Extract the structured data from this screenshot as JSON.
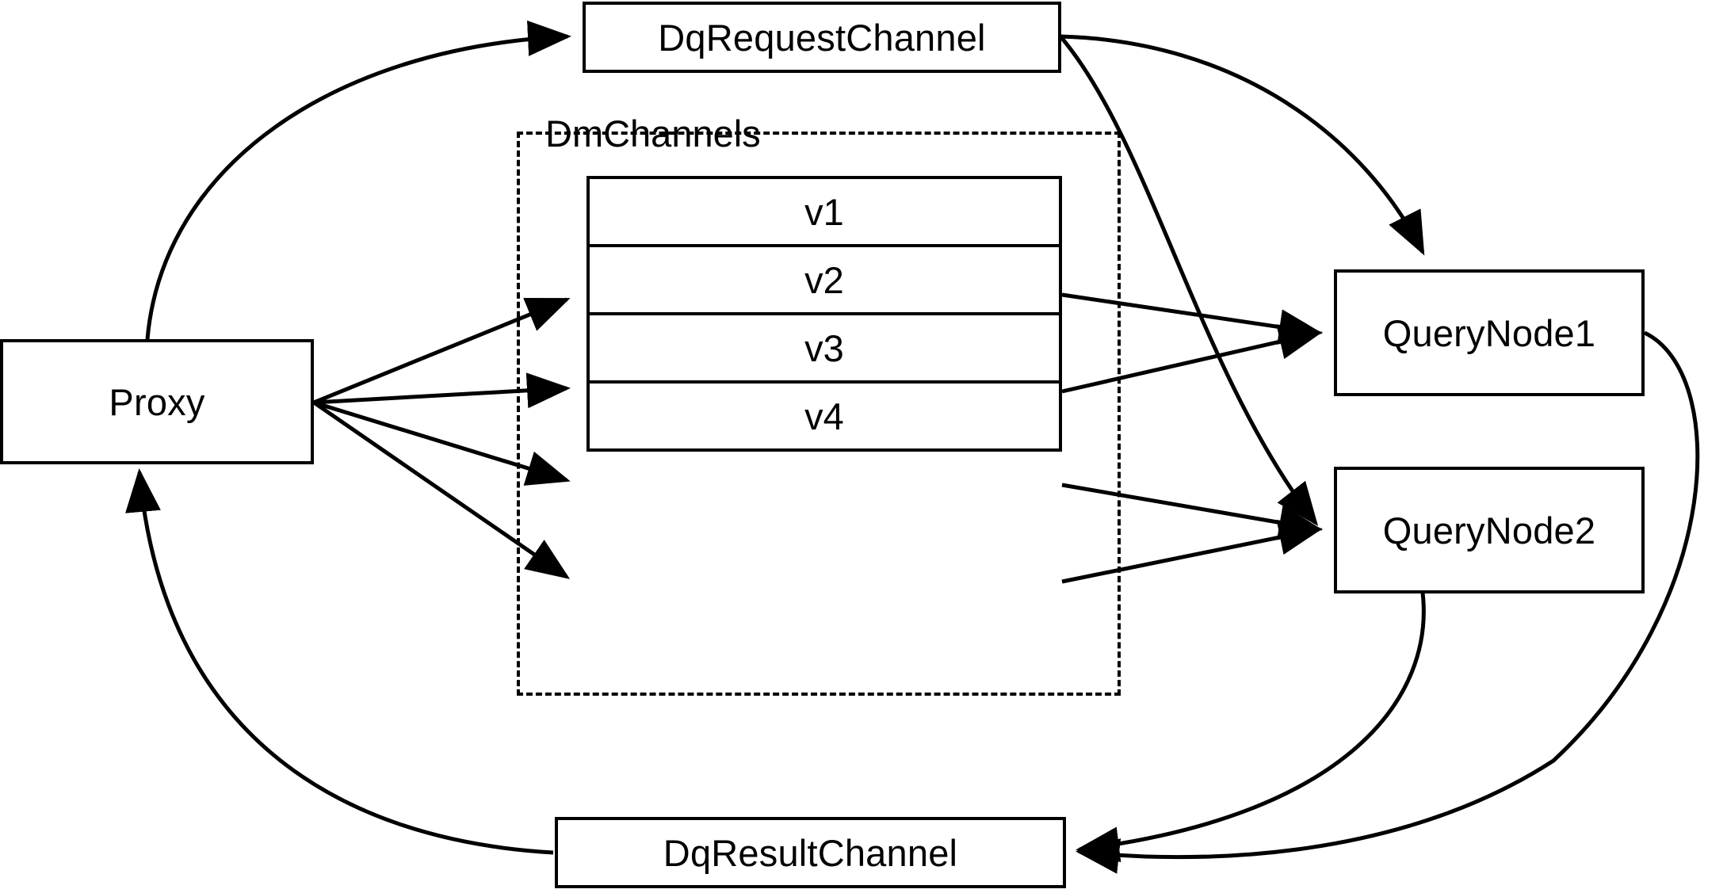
{
  "diagram": {
    "title": "Milvus distributed query channel flow",
    "stroke_color": "#000000",
    "background_color": "#ffffff"
  },
  "nodes": {
    "proxy": {
      "label": "Proxy"
    },
    "dq_request_channel": {
      "label": "DqRequestChannel"
    },
    "dq_result_channel": {
      "label": "DqResultChannel"
    },
    "query_node_1": {
      "label": "QueryNode1"
    },
    "query_node_2": {
      "label": "QueryNode2"
    }
  },
  "group": {
    "label": "DmChannels",
    "channels": [
      {
        "label": "v1"
      },
      {
        "label": "v2"
      },
      {
        "label": "v3"
      },
      {
        "label": "v4"
      }
    ]
  },
  "edges": [
    {
      "from": "Proxy",
      "to": "DqRequestChannel",
      "style": "curved",
      "arrow": true
    },
    {
      "from": "Proxy",
      "to": "v1",
      "style": "straight",
      "arrow": true
    },
    {
      "from": "Proxy",
      "to": "v2",
      "style": "straight",
      "arrow": true
    },
    {
      "from": "Proxy",
      "to": "v3",
      "style": "straight",
      "arrow": true
    },
    {
      "from": "Proxy",
      "to": "v4",
      "style": "straight",
      "arrow": true
    },
    {
      "from": "DqRequestChannel",
      "to": "QueryNode1",
      "style": "curved",
      "arrow": true
    },
    {
      "from": "DqRequestChannel",
      "to": "QueryNode2",
      "style": "curved",
      "arrow": true
    },
    {
      "from": "v1",
      "to": "QueryNode1",
      "style": "straight",
      "arrow": true
    },
    {
      "from": "v2",
      "to": "QueryNode1",
      "style": "straight",
      "arrow": true
    },
    {
      "from": "v3",
      "to": "QueryNode2",
      "style": "straight",
      "arrow": true
    },
    {
      "from": "v4",
      "to": "QueryNode2",
      "style": "straight",
      "arrow": true
    },
    {
      "from": "QueryNode1",
      "to": "DqResultChannel",
      "style": "curved",
      "arrow": true
    },
    {
      "from": "QueryNode2",
      "to": "DqResultChannel",
      "style": "curved",
      "arrow": true
    },
    {
      "from": "DqResultChannel",
      "to": "Proxy",
      "style": "curved",
      "arrow": true
    }
  ]
}
